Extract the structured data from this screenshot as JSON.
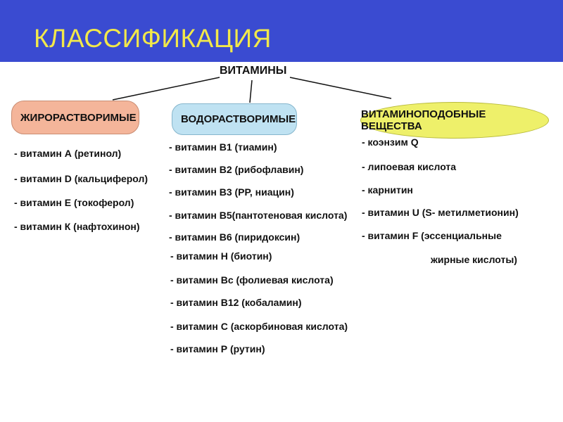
{
  "slide": {
    "title": "КЛАССИФИКАЦИЯ\nВИТАМИНОВ",
    "colors": {
      "banner": "#3a4bd1",
      "title": "#f2e84a"
    }
  },
  "diagram": {
    "root": "ВИТАМИНЫ",
    "categories": [
      {
        "label": "ЖИРОРАСТВОРИМЫЕ",
        "color": "#f4b59a",
        "items": [
          "- витамин А (ретинол)",
          "- витамин D (кальциферол)",
          "- витамин Е (токоферол)",
          "- витамин К (нафтохинон)"
        ]
      },
      {
        "label": "ВОДОРАСТВОРИМЫЕ",
        "color": "#bfe2f2",
        "items": [
          "- витамин В1 (тиамин)",
          "- витамин В2 (рибофлавин)",
          "- витамин В3 (РР, ниацин)",
          "- витамин В5(пантотеновая кислота)",
          "- витамин В6 (пиридоксин)",
          "- витамин Н (биотин)",
          "- витамин Вс (фолиевая кислота)",
          "- витамин В12 (кобаламин)",
          "- витамин С (аскорбиновая кислота)",
          "- витамин Р (рутин)"
        ]
      },
      {
        "label": "ВИТАМИНОПОДОБНЫЕ ВЕЩЕСТВА",
        "color": "#eef06a",
        "items": [
          "- коэнзим Q",
          "- липоевая кислота",
          "- карнитин",
          "- витамин U (S- метилметионин)",
          "- витамин F (эссенциальные",
          "жирные кислоты)"
        ]
      }
    ]
  }
}
